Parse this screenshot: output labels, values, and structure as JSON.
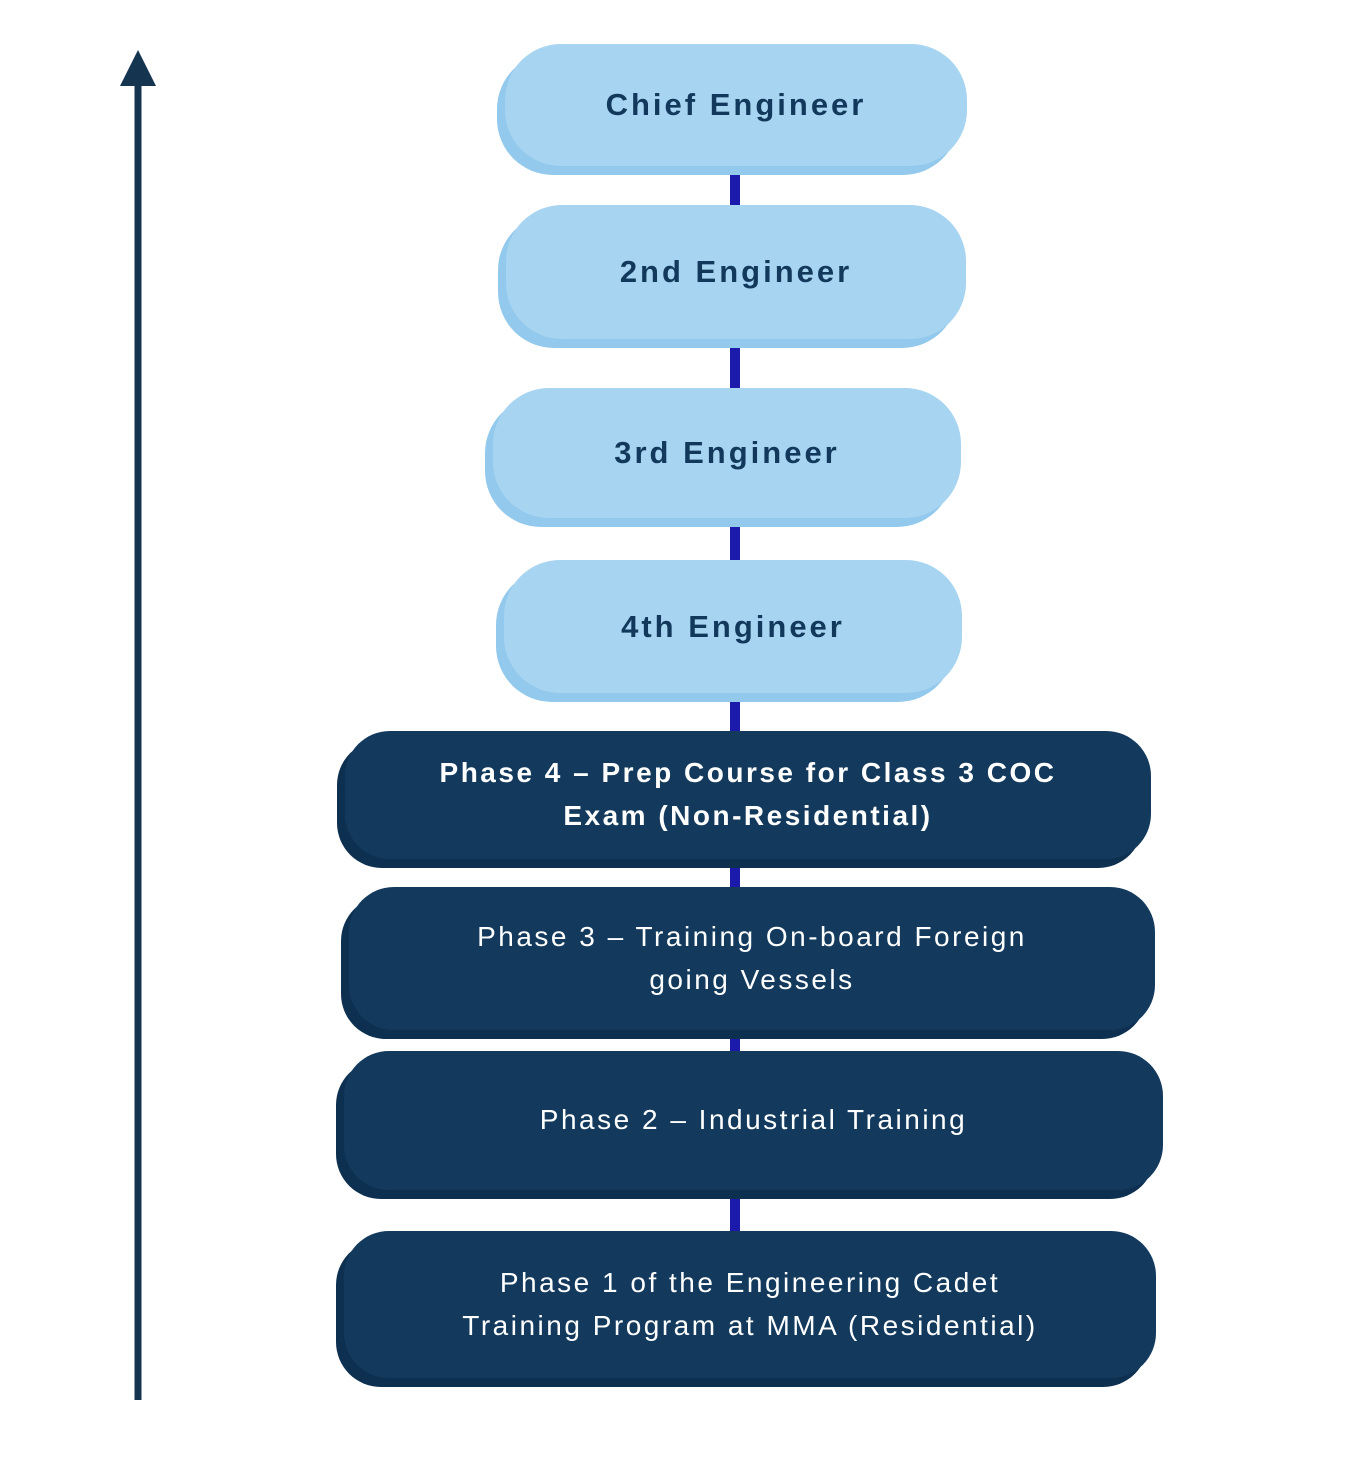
{
  "diagram": {
    "nodes": [
      {
        "id": "chief-engineer",
        "variant": "rank",
        "lines": [
          "Chief Engineer"
        ]
      },
      {
        "id": "second-engineer",
        "variant": "rank",
        "lines": [
          "2nd Engineer"
        ]
      },
      {
        "id": "third-engineer",
        "variant": "rank",
        "lines": [
          "3rd Engineer"
        ]
      },
      {
        "id": "fourth-engineer",
        "variant": "rank",
        "lines": [
          "4th Engineer"
        ]
      },
      {
        "id": "phase-4",
        "variant": "phase-bold",
        "lines": [
          "Phase 4 – Prep Course for Class 3 COC",
          "Exam (Non-Residential)"
        ]
      },
      {
        "id": "phase-3",
        "variant": "phase",
        "lines": [
          "Phase 3 – Training On-board Foreign",
          "going Vessels"
        ]
      },
      {
        "id": "phase-2",
        "variant": "phase",
        "lines": [
          "Phase 2 – Industrial Training"
        ]
      },
      {
        "id": "phase-1",
        "variant": "phase",
        "lines": [
          "Phase 1 of the Engineering Cadet",
          "Training Program at MMA (Residential)"
        ]
      }
    ],
    "colors": {
      "light_pill": "#a7d4f1",
      "dark_pill": "#133a5d",
      "rank_text": "#12395b",
      "phase_text": "#ffffff",
      "connector": "#1c1aab",
      "arrow": "#14344f"
    }
  }
}
